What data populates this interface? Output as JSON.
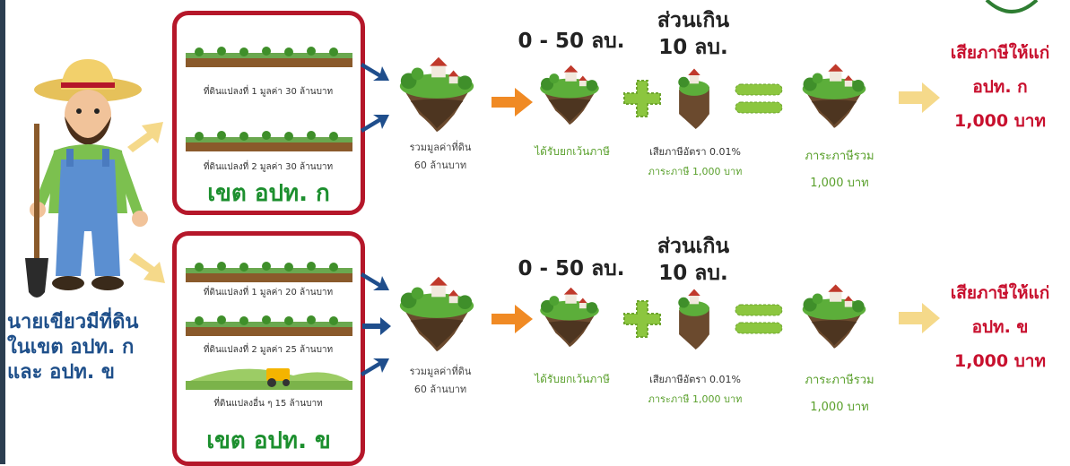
{
  "farmer": {
    "caption_line1": "นายเขียวมีที่ดิน",
    "caption_line2": "ในเขต อปท. ก",
    "caption_line3": "และ อปท. ข"
  },
  "rows": [
    {
      "zone_title": "เขต อปท. ก",
      "plots": [
        {
          "label": "ที่ดินแปลงที่ 1 มูลค่า 30 ล้านบาท"
        },
        {
          "label": "ที่ดินแปลงที่ 2 มูลค่า 30 ล้านบาท"
        }
      ],
      "total_line1": "รวมมูลค่าที่ดิน",
      "total_line2": "60 ล้านบาท",
      "range_label": "0 - 50 ลบ.",
      "excess_line1": "ส่วนเกิน",
      "excess_line2": "10 ลบ.",
      "exempt_label": "ได้รับยกเว้นภาษี",
      "tax_rate_label": "เสียภาษีอัตรา 0.01%",
      "tax_burden_label": "ภาระภาษี 1,000 บาท",
      "total_burden_label": "ภาระภาษีรวม",
      "total_burden_value": "1,000 บาท",
      "result_line1": "เสียภาษีให้แก่",
      "result_line2": "อปท. ก",
      "result_line3": "1,000 บาท"
    },
    {
      "zone_title": "เขต อปท. ข",
      "plots": [
        {
          "label": "ที่ดินแปลงที่ 1 มูลค่า 20 ล้านบาท"
        },
        {
          "label": "ที่ดินแปลงที่ 2 มูลค่า 25 ล้านบาท"
        },
        {
          "label": "ที่ดินแปลงอื่น ๆ 15 ล้านบาท"
        }
      ],
      "total_line1": "รวมมูลค่าที่ดิน",
      "total_line2": "60 ล้านบาท",
      "range_label": "0 - 50 ลบ.",
      "excess_line1": "ส่วนเกิน",
      "excess_line2": "10 ลบ.",
      "exempt_label": "ได้รับยกเว้นภาษี",
      "tax_rate_label": "เสียภาษีอัตรา 0.01%",
      "tax_burden_label": "ภาระภาษี 1,000 บาท",
      "total_burden_label": "ภาระภาษีรวม",
      "total_burden_value": "1,000 บาท",
      "result_line1": "เสียภาษีให้แก่",
      "result_line2": "อปท. ข",
      "result_line3": "1,000 บาท"
    }
  ],
  "colors": {
    "panel_border": "#b5172a",
    "zone_title": "#1c8f2e",
    "result_text": "#c8102e",
    "caption_text": "#1e4f8a",
    "orange_arrow": "#f08a24",
    "plus_equals": "#8cc63f",
    "yellow_arrow": "#f5d98a",
    "blue_arrow": "#1f4e8c"
  }
}
